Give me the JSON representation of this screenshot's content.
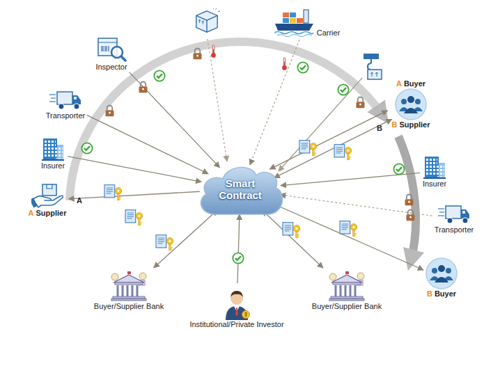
{
  "diagram": {
    "nodes": [
      {
        "text": [
          "Smart Contract"
        ]
      },
      {
        "text": [
          "A",
          "Supplier"
        ]
      },
      {
        "text": [
          "Insurer"
        ]
      },
      {
        "text": [
          "Transporter"
        ]
      },
      {
        "text": [
          "Inspector"
        ]
      },
      {
        "text": [
          "Carrier"
        ]
      },
      {
        "text": [
          "A",
          "Buyer",
          "B",
          "Supplier"
        ]
      },
      {
        "text": [
          "Insurer"
        ]
      },
      {
        "text": [
          "Transporter"
        ]
      },
      {
        "text": [
          "B",
          "Buyer"
        ]
      },
      {
        "text": [
          "Buyer/Supplier Bank"
        ]
      },
      {
        "text": [
          "Institutional/Private Investor"
        ]
      },
      {
        "text": [
          "Buyer/Supplier Bank"
        ]
      }
    ],
    "edges": [
      {
        "from": 0,
        "to": 1,
        "arrow": "to"
      },
      {
        "from": 2,
        "to": 0,
        "arrow": "to"
      },
      {
        "from": 3,
        "to": 0,
        "arrow": "to"
      },
      {
        "from": 4,
        "to": 0,
        "arrow": "to"
      },
      {
        "from": 5,
        "to": 0,
        "arrow": "to"
      },
      {
        "from": 6,
        "to": 0,
        "arrow": "both"
      },
      {
        "from": 6,
        "to": 0,
        "arrow": "both"
      },
      {
        "from": 7,
        "to": 0,
        "arrow": "to"
      },
      {
        "from": 8,
        "to": 0,
        "arrow": "to"
      },
      {
        "from": 0,
        "to": 9,
        "arrow": "both"
      },
      {
        "from": 10,
        "to": 0,
        "arrow": "both"
      },
      {
        "from": 11,
        "to": 0,
        "arrow": "to"
      },
      {
        "from": 12,
        "to": 0,
        "arrow": "both"
      }
    ],
    "labels": [
      "A",
      "B"
    ]
  }
}
